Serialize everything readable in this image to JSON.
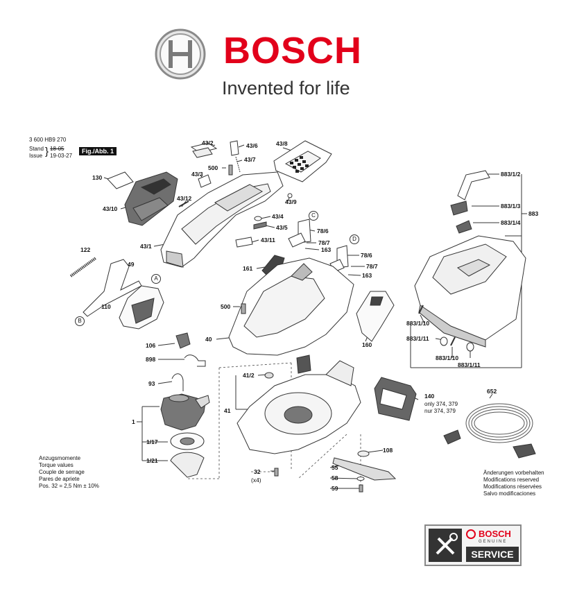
{
  "header": {
    "brand": "BOSCH",
    "tagline": "Invented for life"
  },
  "meta": {
    "doc_number": "3 600 HB9 270",
    "stand_label": "Stand",
    "issue_label": "Issue",
    "stand_date": "18-05",
    "issue_date": "19-03-27",
    "figure": "Fig./Abb. 1"
  },
  "parts": {
    "p43_2": "43/2",
    "p43_6": "43/6",
    "p43_8": "43/8",
    "p500a": "500",
    "p43_7": "43/7",
    "p130": "130",
    "p43_3": "43/3",
    "p43_12": "43/12",
    "p43_10": "43/10",
    "p43_9": "43/9",
    "p43_4": "43/4",
    "p43_5": "43/5",
    "p43_11": "43/11",
    "p43_1": "43/1",
    "p78_6a": "78/6",
    "p78_7a": "78/7",
    "p163a": "163",
    "p78_6b": "78/6",
    "p78_7b": "78/7",
    "p163b": "163",
    "p122": "122",
    "p49": "49",
    "p110": "110",
    "p161": "161",
    "p500b": "500",
    "p40": "40",
    "p160": "160",
    "p106": "106",
    "p898": "898",
    "p93": "93",
    "p41_2": "41/2",
    "p41": "41",
    "p1": "1",
    "p1_17": "1/17",
    "p1_21": "1/21",
    "p32": "32",
    "p32_qty": "(x4)",
    "p108": "108",
    "p55": "55",
    "p58": "58",
    "p59": "59",
    "p140": "140",
    "p652": "652",
    "p883_1_2": "883/1/2",
    "p883_1_3": "883/1/3",
    "p883": "883",
    "p883_1_4": "883/1/4",
    "p883_1_10a": "883/1/10",
    "p883_1_11a": "883/1/11",
    "p883_1_10b": "883/1/10",
    "p883_1_11b": "883/1/11"
  },
  "callouts": {
    "a1": "A",
    "b1": "B",
    "c1": "C",
    "d1": "D"
  },
  "notes": {
    "only_en": "only 374, 379",
    "only_de": "nur 374, 379"
  },
  "torque": {
    "line1": "Anzugsmomente",
    "line2": "Torque values",
    "line3": "Couple de serrage",
    "line4": "Pares de apriete",
    "line5": "Pos. 32 = 2,5 Nm ± 10%"
  },
  "changes": {
    "line1": "Änderungen vorbehalten",
    "line2": "Modifications reserved",
    "line3": "Modifications réservées",
    "line4": "Salvo modificaciones"
  },
  "service_badge": {
    "brand": "BOSCH",
    "genuine": "GENUINE",
    "service": "SERVICE"
  },
  "colors": {
    "brand_red": "#e2001a",
    "line": "#333333",
    "shade": "#555555"
  }
}
